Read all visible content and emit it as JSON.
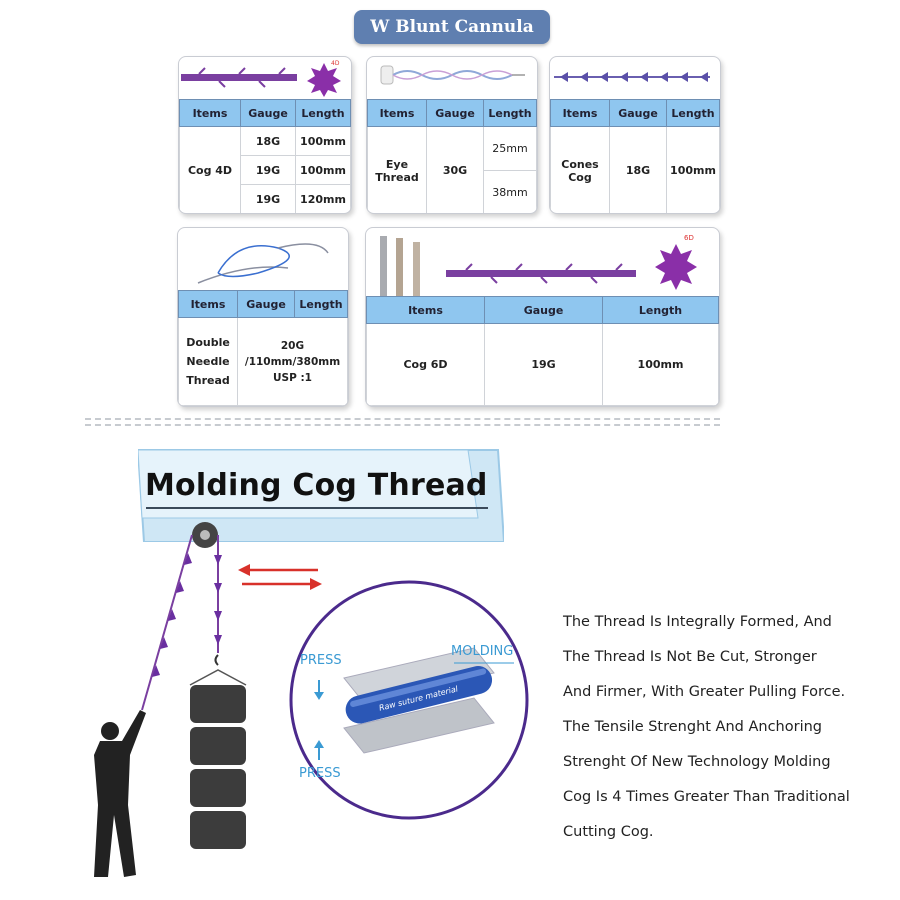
{
  "header": {
    "title": "W Blunt Cannula"
  },
  "cards": {
    "cog4d": {
      "headers": [
        "Items",
        "Gauge",
        "Length"
      ],
      "item": "Cog 4D",
      "rows": [
        [
          "18G",
          "100mm"
        ],
        [
          "19G",
          "100mm"
        ],
        [
          "19G",
          "120mm"
        ]
      ]
    },
    "eye": {
      "headers": [
        "Items",
        "Gauge",
        "Length"
      ],
      "item_line1": "Eye",
      "item_line2": "Thread",
      "gauge": "30G",
      "lengths": [
        "25mm",
        "38mm"
      ]
    },
    "cones": {
      "headers": [
        "Items",
        "Gauge",
        "Length"
      ],
      "item_line1": "Cones",
      "item_line2": "Cog",
      "gauge": "18G",
      "length": "100mm"
    },
    "double": {
      "headers": [
        "Items",
        "Gauge",
        "Length"
      ],
      "item_lines": [
        "Double",
        "Needle",
        "Thread"
      ],
      "spec_lines": [
        "20G",
        "/110mm/380mm",
        "USP :1"
      ]
    },
    "cog6d": {
      "headers": [
        "Items",
        "Gauge",
        "Length"
      ],
      "item": "Cog 6D",
      "gauge": "19G",
      "length": "100mm"
    }
  },
  "banner": {
    "title": "Molding Cog Thread"
  },
  "diagram": {
    "press_top": "PRESS",
    "press_bottom": "PRESS",
    "molding": "MOLDING",
    "material": "Raw suture material"
  },
  "description": {
    "lines": [
      "The Thread Is Integrally Formed, And",
      "The Thread Is Not Be Cut, Stronger",
      "And Firmer, With Greater Pulling Force.",
      "The Tensile Strenght And Anchoring",
      "Strenght Of New Technology Molding",
      "Cog Is 4 Times Greater Than Traditional",
      "Cutting Cog."
    ]
  },
  "colors": {
    "accent": "#5f7fb0",
    "table_header": "#8fc6ef",
    "thread_purple": "#7a3fa0",
    "arrow_red": "#d8312a",
    "circle_border": "#4b2a8c"
  }
}
